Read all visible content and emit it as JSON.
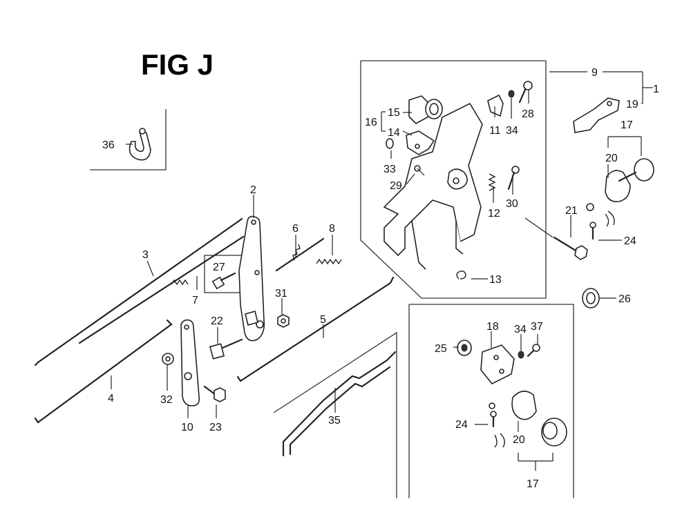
{
  "figure": {
    "title": "FIG J"
  },
  "callouts": [
    "1",
    "2",
    "3",
    "4",
    "5",
    "6",
    "7",
    "8",
    "9",
    "10",
    "11",
    "12",
    "13",
    "14",
    "15",
    "16",
    "17",
    "18",
    "19",
    "20",
    "21",
    "22",
    "23",
    "24",
    "25",
    "26",
    "27",
    "28",
    "29",
    "30",
    "31",
    "32",
    "33",
    "34",
    "35",
    "36",
    "37"
  ],
  "labels": {
    "l1": "1",
    "l2": "2",
    "l3": "3",
    "l4": "4",
    "l5": "5",
    "l6": "6",
    "l7": "7",
    "l8": "8",
    "l9": "9",
    "l10": "10",
    "l11": "11",
    "l12": "12",
    "l13": "13",
    "l14": "14",
    "l15": "15",
    "l16": "16",
    "l17a": "17",
    "l17b": "17",
    "l18": "18",
    "l19": "19",
    "l20a": "20",
    "l20b": "20",
    "l21": "21",
    "l22": "22",
    "l23": "23",
    "l24a": "24",
    "l24b": "24",
    "l25": "25",
    "l26": "26",
    "l27": "27",
    "l28": "28",
    "l29": "29",
    "l30": "30",
    "l31": "31",
    "l32": "32",
    "l33": "33",
    "l34a": "34",
    "l34b": "34",
    "l35": "35",
    "l36": "36",
    "l37": "37"
  }
}
